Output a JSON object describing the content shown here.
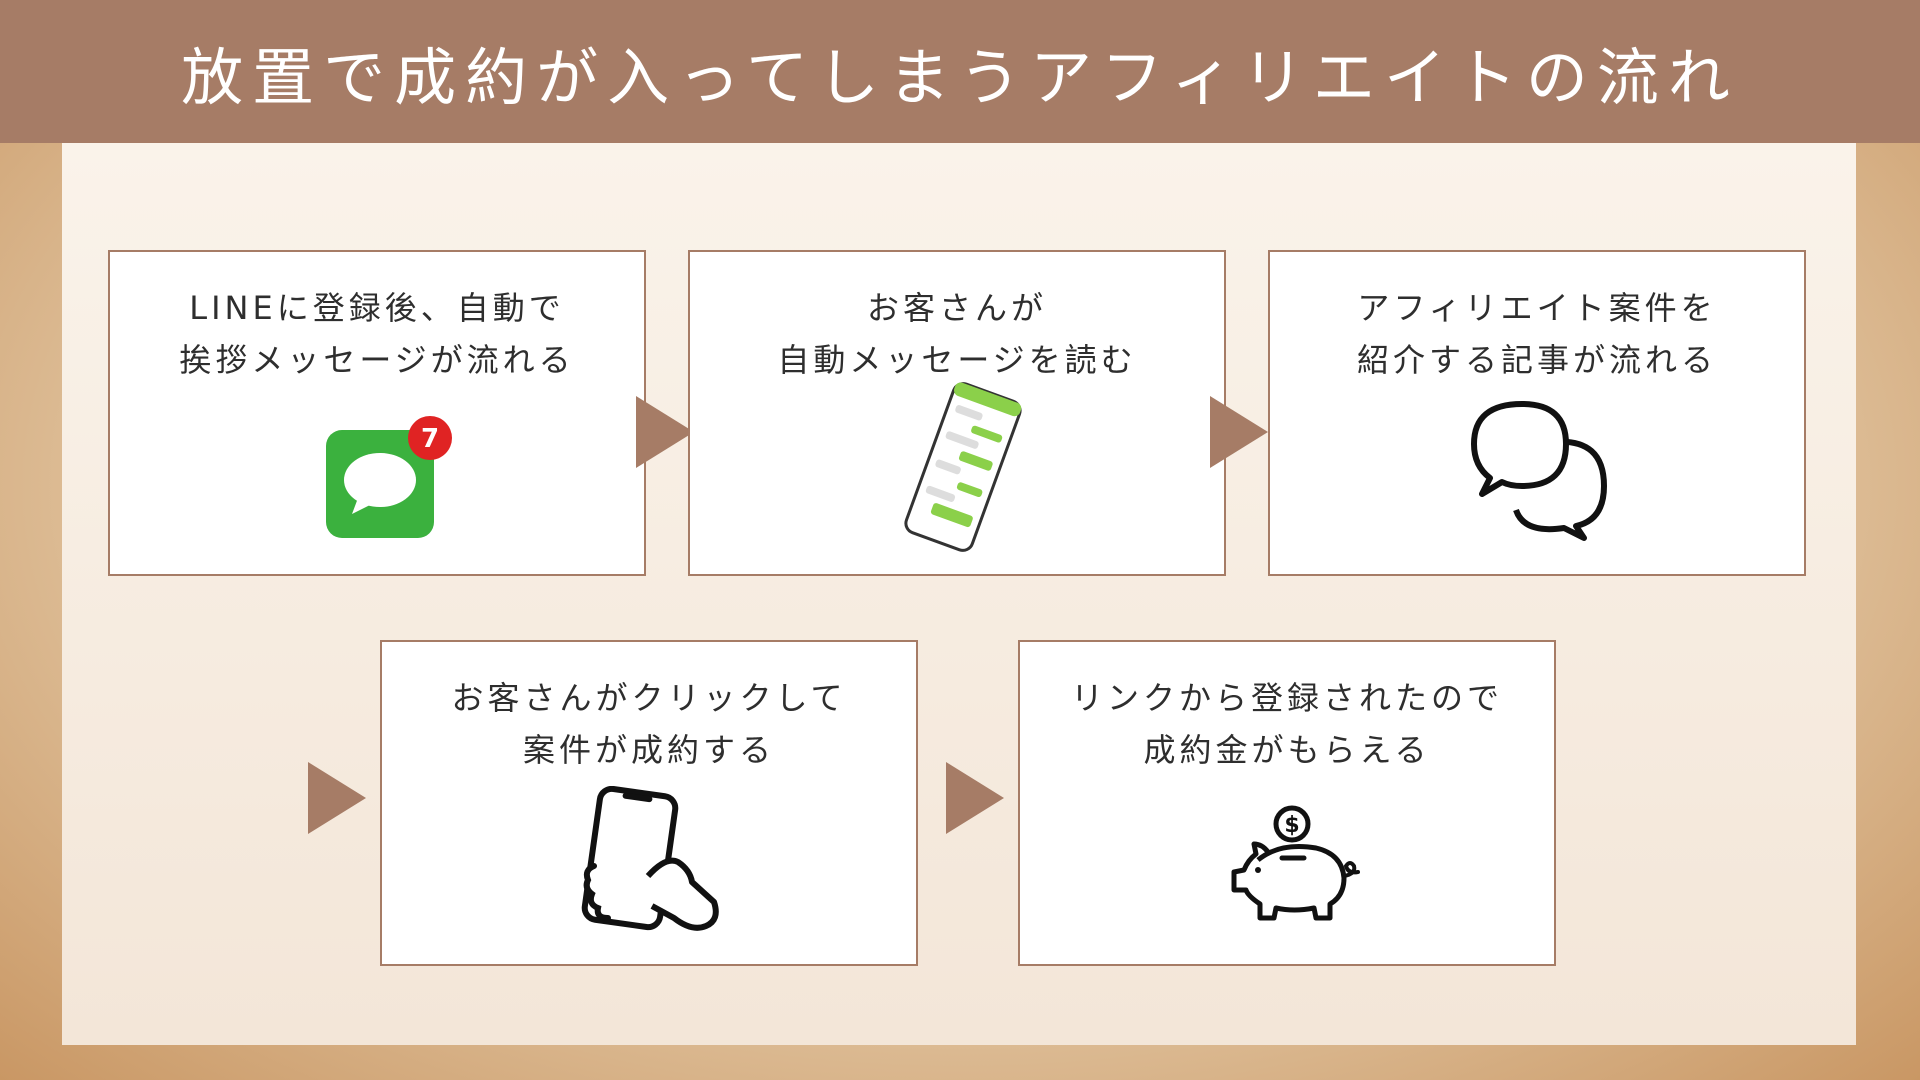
{
  "header": {
    "title": "放置で成約が入ってしまうアフィリエイトの流れ"
  },
  "steps": [
    {
      "line1": "LINEに登録後、自動で",
      "line2": "挨拶メッセージが流れる",
      "icon": "line-message-app-icon",
      "badge": "7"
    },
    {
      "line1": "お客さんが",
      "line2": "自動メッセージを読む",
      "icon": "smartphone-chat-icon"
    },
    {
      "line1": "アフィリエイト案件を",
      "line2": "紹介する記事が流れる",
      "icon": "speech-bubbles-icon"
    },
    {
      "line1": "お客さんがクリックして",
      "line2": "案件が成約する",
      "icon": "hand-holding-phone-icon"
    },
    {
      "line1": "リンクから登録されたので",
      "line2": "成約金がもらえる",
      "icon": "piggy-bank-icon"
    }
  ],
  "colors": {
    "accent": "#a67c66",
    "line_green": "#3bb13e",
    "badge_red": "#e02323",
    "chat_green": "#8bd04a"
  }
}
